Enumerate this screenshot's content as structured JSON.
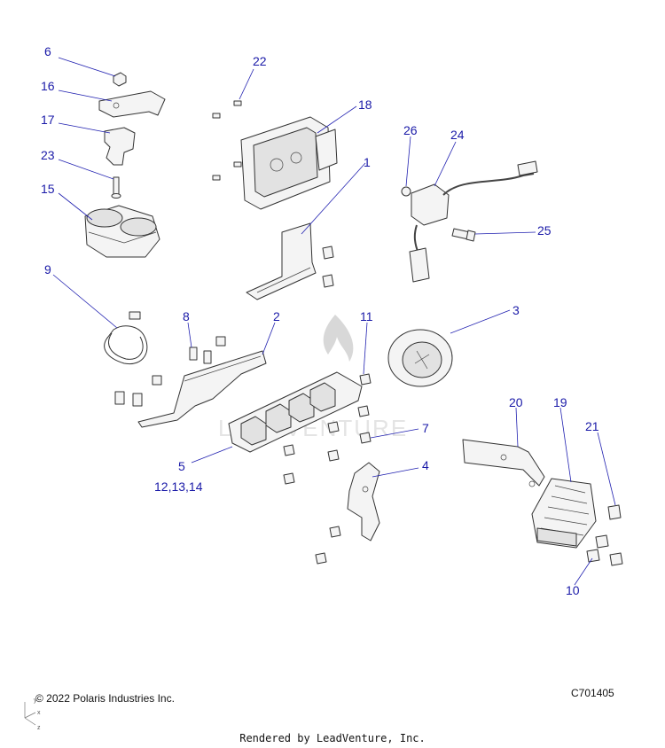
{
  "footer": {
    "copyright": "© 2022 Polaris Industries Inc.",
    "figure_code": "C701405",
    "rendered_by": "Rendered by LeadVenture, Inc."
  },
  "watermark": {
    "text": "LEADVENTURE",
    "icon": "flame-logo-icon"
  },
  "axis_triad": {
    "x": "x",
    "y": "y",
    "z": "z"
  },
  "callouts": {
    "c1": "1",
    "c2": "2",
    "c3": "3",
    "c4": "4",
    "c5": "5",
    "c5sub": "12,13,14",
    "c6": "6",
    "c7": "7",
    "c8": "8",
    "c9": "9",
    "c10": "10",
    "c11": "11",
    "c15": "15",
    "c16": "16",
    "c17": "17",
    "c18": "18",
    "c19": "19",
    "c20": "20",
    "c21": "21",
    "c22": "22",
    "c23": "23",
    "c24": "24",
    "c25": "25",
    "c26": "26"
  },
  "colors": {
    "callout": "#1a1aa8",
    "leader": "#2020b0",
    "line": "#333333"
  }
}
